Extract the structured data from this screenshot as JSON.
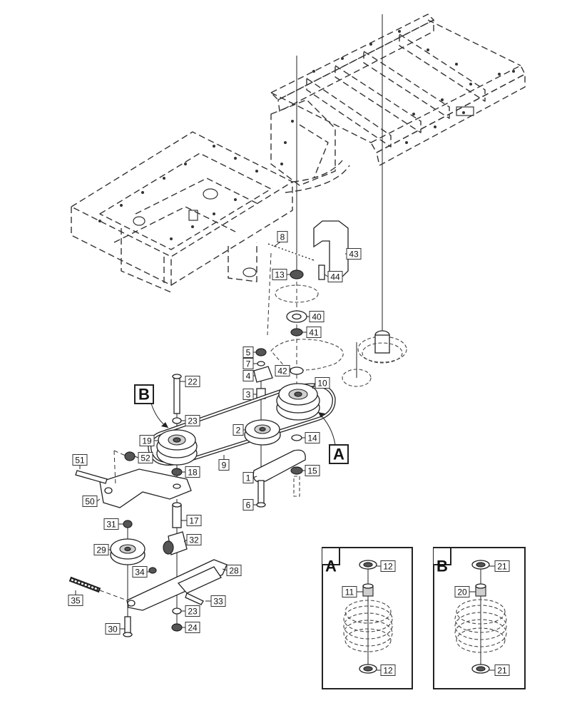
{
  "callouts": [
    {
      "id": "c8",
      "label": "8"
    },
    {
      "id": "c43",
      "label": "43"
    },
    {
      "id": "c13",
      "label": "13"
    },
    {
      "id": "c44",
      "label": "44"
    },
    {
      "id": "c40",
      "label": "40"
    },
    {
      "id": "c41",
      "label": "41"
    },
    {
      "id": "c5",
      "label": "5"
    },
    {
      "id": "c7",
      "label": "7"
    },
    {
      "id": "c4",
      "label": "4"
    },
    {
      "id": "c42",
      "label": "42"
    },
    {
      "id": "c10",
      "label": "10"
    },
    {
      "id": "c22",
      "label": "22"
    },
    {
      "id": "c3",
      "label": "3"
    },
    {
      "id": "c23a",
      "label": "23"
    },
    {
      "id": "c19",
      "label": "19"
    },
    {
      "id": "c2",
      "label": "2"
    },
    {
      "id": "c14",
      "label": "14"
    },
    {
      "id": "c51",
      "label": "51"
    },
    {
      "id": "c52",
      "label": "52"
    },
    {
      "id": "c9",
      "label": "9"
    },
    {
      "id": "c18",
      "label": "18"
    },
    {
      "id": "c1",
      "label": "1"
    },
    {
      "id": "c15",
      "label": "15"
    },
    {
      "id": "c50",
      "label": "50"
    },
    {
      "id": "c6",
      "label": "6"
    },
    {
      "id": "c17",
      "label": "17"
    },
    {
      "id": "c31",
      "label": "31"
    },
    {
      "id": "c32",
      "label": "32"
    },
    {
      "id": "c29",
      "label": "29"
    },
    {
      "id": "c34",
      "label": "34"
    },
    {
      "id": "c28",
      "label": "28"
    },
    {
      "id": "c35",
      "label": "35"
    },
    {
      "id": "c33",
      "label": "33"
    },
    {
      "id": "c23b",
      "label": "23"
    },
    {
      "id": "c30",
      "label": "30"
    },
    {
      "id": "c24",
      "label": "24"
    },
    {
      "id": "cA12a",
      "label": "12"
    },
    {
      "id": "cA11",
      "label": "11"
    },
    {
      "id": "cA12b",
      "label": "12"
    },
    {
      "id": "cB21a",
      "label": "21"
    },
    {
      "id": "cB20",
      "label": "20"
    },
    {
      "id": "cB21b",
      "label": "21"
    }
  ],
  "view_labels": {
    "main_b": "B",
    "main_a": "A",
    "detail_a": "A",
    "detail_b": "B"
  }
}
